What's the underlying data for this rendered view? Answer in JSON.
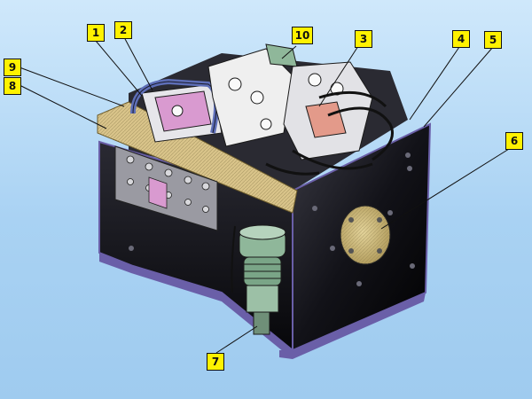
{
  "diagram": {
    "labels": [
      {
        "id": "1",
        "text": "1"
      },
      {
        "id": "2",
        "text": "2"
      },
      {
        "id": "3",
        "text": "3"
      },
      {
        "id": "4",
        "text": "4"
      },
      {
        "id": "5",
        "text": "5"
      },
      {
        "id": "6",
        "text": "6"
      },
      {
        "id": "7",
        "text": "7"
      },
      {
        "id": "8",
        "text": "8"
      },
      {
        "id": "9",
        "text": "9"
      },
      {
        "id": "10",
        "text": "10"
      }
    ]
  },
  "colors": {
    "label_fill": "#fff200",
    "frame": "#1a1a24",
    "frame_edge": "#6a5fa8",
    "insulation": "#d9c48a",
    "pink_part": "#d99ad0",
    "green_part": "#8fb79a"
  }
}
